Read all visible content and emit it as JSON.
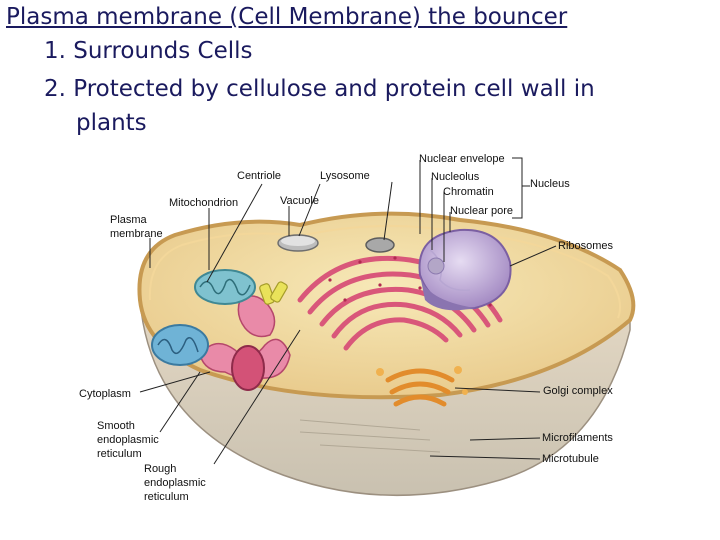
{
  "slide": {
    "title": "Plasma membrane (Cell Membrane) the bouncer",
    "points": [
      "1. Surrounds Cells",
      "2. Protected by cellulose and protein cell wall in",
      "plants"
    ]
  },
  "diagram": {
    "labels": {
      "nuclear_envelope": "Nuclear envelope",
      "centriole": "Centriole",
      "lysosome": "Lysosome",
      "nucleolus": "Nucleolus",
      "chromatin": "Chromatin",
      "nucleus": "Nucleus",
      "mitochondrion": "Mitochondrion",
      "vacuole": "Vacuole",
      "nuclear_pore": "Nuclear pore",
      "plasma_membrane_1": "Plasma",
      "plasma_membrane_2": "membrane",
      "ribosomes": "Ribosomes",
      "cytoplasm": "Cytoplasm",
      "golgi_complex": "Golgi complex",
      "smooth_er_1": "Smooth",
      "smooth_er_2": "endoplasmic",
      "smooth_er_3": "reticulum",
      "microfilaments": "Microfilaments",
      "microtubule": "Microtubule",
      "rough_er_1": "Rough",
      "rough_er_2": "endoplasmic",
      "rough_er_3": "reticulum"
    }
  }
}
